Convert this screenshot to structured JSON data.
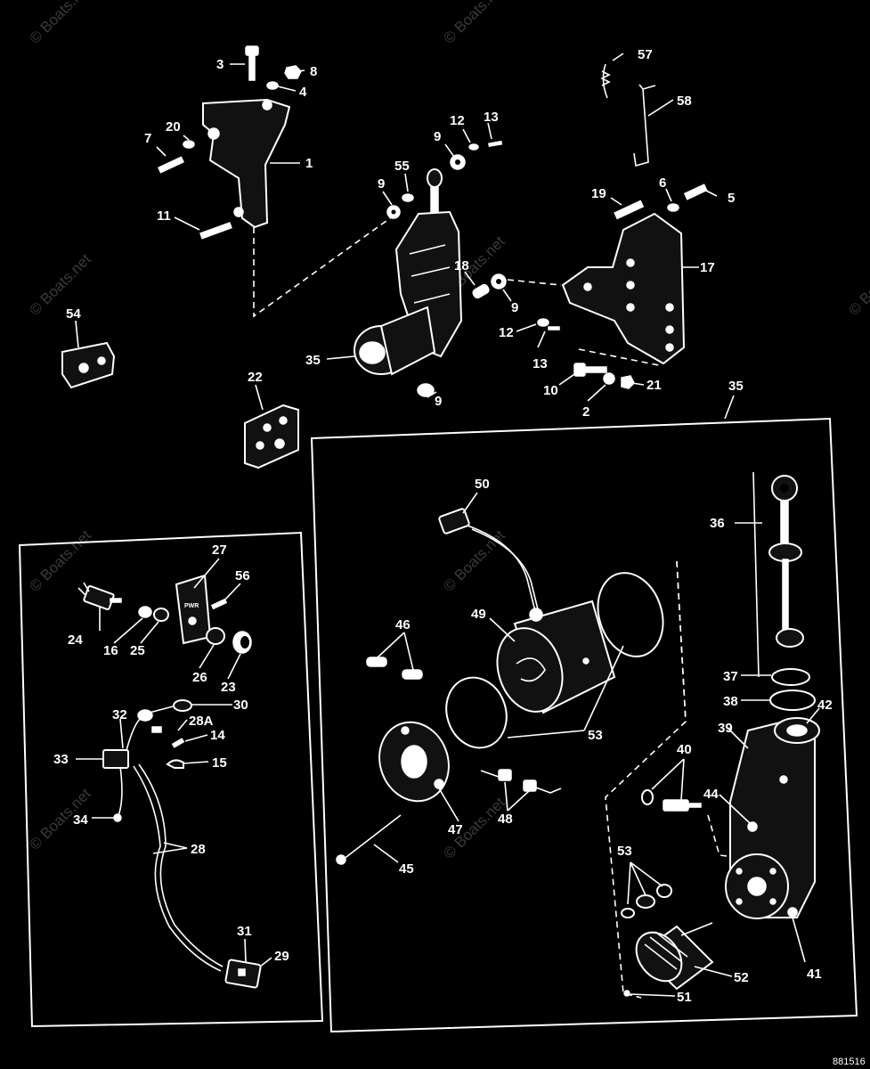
{
  "watermark": "© Boats.net",
  "diagram_code": "881516",
  "labels": {
    "l1": "1",
    "l2": "2",
    "l3": "3",
    "l4": "4",
    "l5": "5",
    "l6": "6",
    "l7": "7",
    "l8": "8",
    "l9a": "9",
    "l9b": "9",
    "l9c": "9",
    "l9d": "9",
    "l10": "10",
    "l11": "11",
    "l12a": "12",
    "l12b": "12",
    "l13a": "13",
    "l13b": "13",
    "l14": "14",
    "l15": "15",
    "l16": "16",
    "l17": "17",
    "l18": "18",
    "l19": "19",
    "l20": "20",
    "l21": "21",
    "l22": "22",
    "l23": "23",
    "l24": "24",
    "l25": "25",
    "l26": "26",
    "l27": "27",
    "l28a": "28",
    "l28b": "28A",
    "l29": "29",
    "l30": "30",
    "l31": "31",
    "l32": "32",
    "l33": "33",
    "l34": "34",
    "l35a": "35",
    "l35b": "35",
    "l36": "36",
    "l37": "37",
    "l38": "38",
    "l39": "39",
    "l40": "40",
    "l41": "41",
    "l42": "42",
    "l44": "44",
    "l45": "45",
    "l46": "46",
    "l47": "47",
    "l48": "48",
    "l49": "49",
    "l50": "50",
    "l51": "51",
    "l52": "52",
    "l53a": "53",
    "l53b": "53",
    "l54": "54",
    "l55": "55",
    "l56": "56",
    "l57": "57",
    "l58": "58"
  }
}
